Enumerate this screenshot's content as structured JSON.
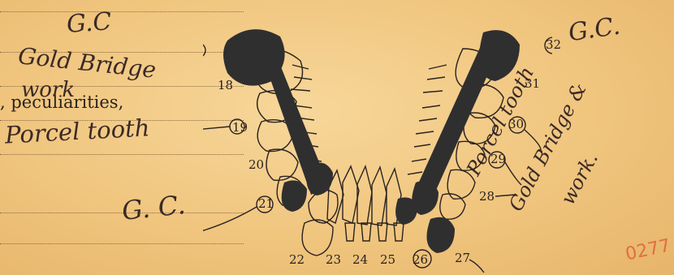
{
  "form": {
    "printed_text": ", peculiarities,"
  },
  "handwriting": {
    "gc_top_left": "G.C",
    "gold_bridge": "Gold Bridge",
    "work": "work",
    "porcel_tooth": "Porcel tooth",
    "gc_bottom_left": "G. C.",
    "gc_top_right": "G.C.",
    "right_note_line1": "Porcel tooth",
    "right_note_line2": "Gold Bridge &",
    "right_note_line3": "work."
  },
  "tooth_numbers": [
    "18",
    "19",
    "20",
    "21",
    "22",
    "23",
    "24",
    "25",
    "26",
    "27",
    "28",
    "29",
    "30",
    "31",
    "32"
  ],
  "stamp": {
    "text": "0277",
    "color": "#e3603b"
  },
  "colors": {
    "paper": "#f0c882",
    "ink": "#3a2a26",
    "filled_tooth": "#2f2f2f"
  }
}
